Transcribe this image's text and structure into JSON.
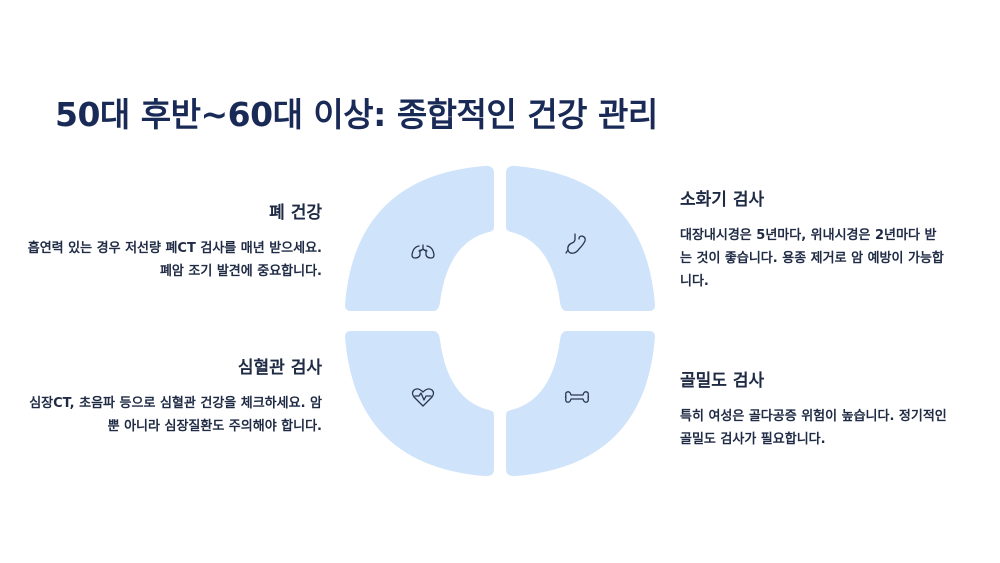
{
  "title": "50대 후반~60대 이상: 종합적인 건강 관리",
  "colors": {
    "segment": "#cfe3fb",
    "title": "#1a2a57",
    "text": "#1f2a44",
    "icon": "#2a3550"
  },
  "sections": {
    "lung": {
      "title": "폐 건강",
      "description": "흡연력 있는 경우 저선량 폐CT 검사를 매년 받으세요. 폐암 조기 발견에 중요합니다.",
      "icon": "lungs-icon"
    },
    "heart": {
      "title": "심혈관 검사",
      "description": "심장CT, 초음파 등으로 심혈관 건강을 체크하세요. 암뿐 아니라 심장질환도 주의해야 합니다.",
      "icon": "heartbeat-icon"
    },
    "digest": {
      "title": "소화기 검사",
      "description": "대장내시경은 5년마다, 위내시경은 2년마다 받는 것이 좋습니다. 용종 제거로 암 예방이 가능합니다.",
      "icon": "stomach-icon"
    },
    "bone": {
      "title": "골밀도 검사",
      "description": "특히 여성은 골다공증 위험이 높습니다. 정기적인 골밀도 검사가 필요합니다.",
      "icon": "bone-icon"
    }
  }
}
